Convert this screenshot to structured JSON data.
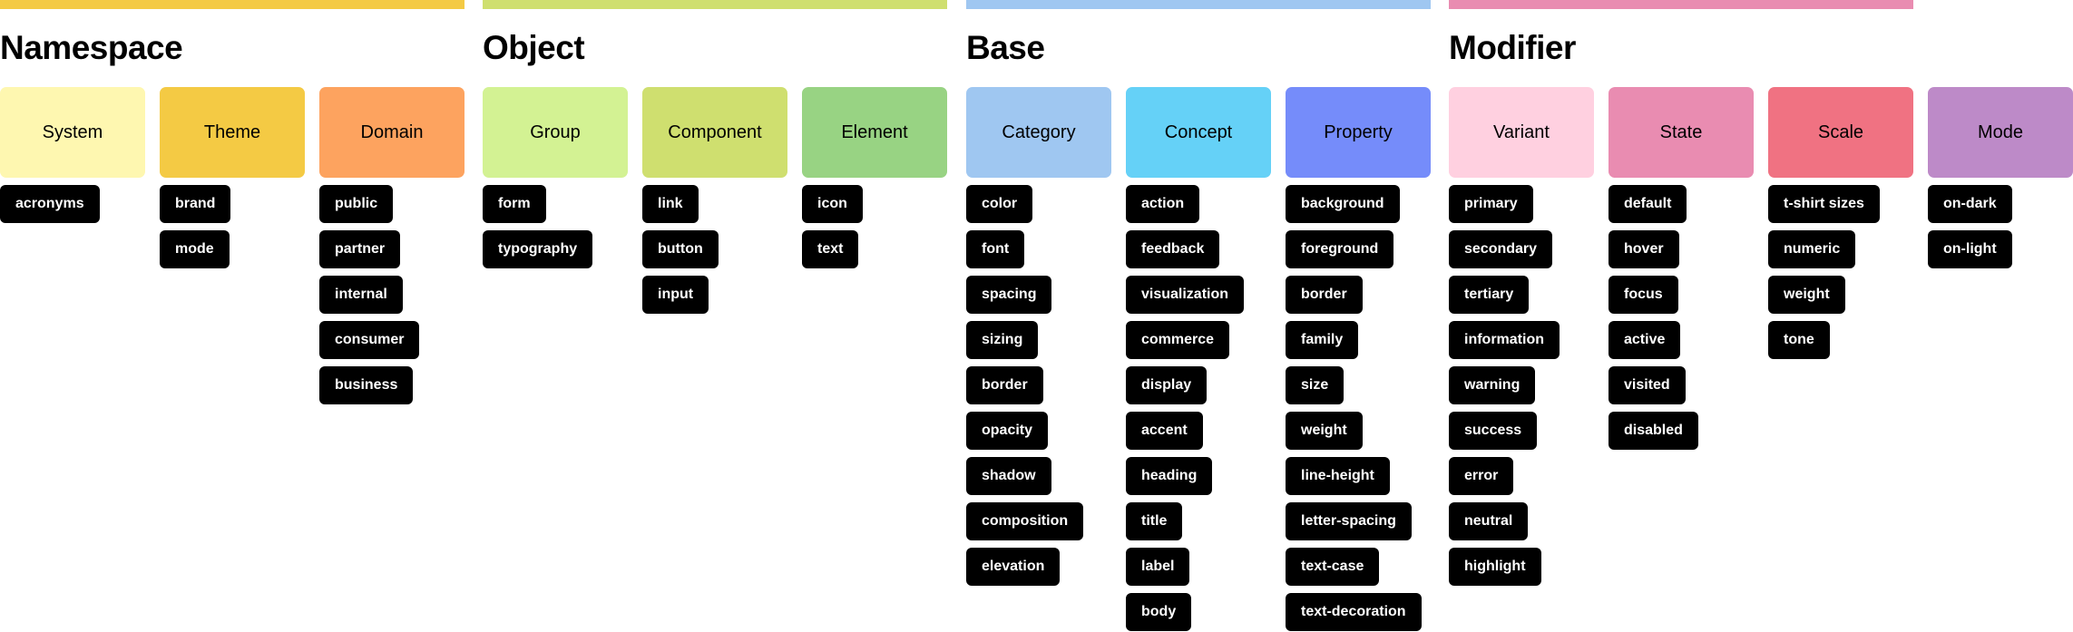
{
  "groups": [
    {
      "title": "Namespace",
      "color": "#f4ca44",
      "columns": [
        {
          "header": "System",
          "color": "#fef7b0",
          "tags": [
            "acronyms"
          ]
        },
        {
          "header": "Theme",
          "color": "#f4ca44",
          "tags": [
            "brand",
            "mode"
          ]
        },
        {
          "header": "Domain",
          "color": "#fda35f",
          "tags": [
            "public",
            "partner",
            "internal",
            "consumer",
            "business"
          ]
        }
      ]
    },
    {
      "title": "Object",
      "color": "#cfdf6f",
      "columns": [
        {
          "header": "Group",
          "color": "#d3f293",
          "tags": [
            "form",
            "typography"
          ]
        },
        {
          "header": "Component",
          "color": "#cfdf6f",
          "tags": [
            "link",
            "button",
            "input"
          ]
        },
        {
          "header": "Element",
          "color": "#98d383",
          "tags": [
            "icon",
            "text"
          ]
        }
      ]
    },
    {
      "title": "Base",
      "color": "#9fc7f1",
      "columns": [
        {
          "header": "Category",
          "color": "#9fc7f1",
          "tags": [
            "color",
            "font",
            "spacing",
            "sizing",
            "border",
            "opacity",
            "shadow",
            "composition",
            "elevation"
          ]
        },
        {
          "header": "Concept",
          "color": "#65d1f7",
          "tags": [
            "action",
            "feedback",
            "visualization",
            "commerce",
            "display",
            "accent",
            "heading",
            "title",
            "label",
            "body"
          ]
        },
        {
          "header": "Property",
          "color": "#758cfa",
          "tags": [
            "background",
            "foreground",
            "border",
            "family",
            "size",
            "weight",
            "line-height",
            "letter-spacing",
            "text-case",
            "text-decoration"
          ]
        }
      ]
    },
    {
      "title": "Modifier",
      "color": "#e98cb1",
      "columns": [
        {
          "header": "Variant",
          "color": "#ffd0e0",
          "tags": [
            "primary",
            "secondary",
            "tertiary",
            "information",
            "warning",
            "success",
            "error",
            "neutral",
            "highlight"
          ]
        },
        {
          "header": "State",
          "color": "#e98cb1",
          "tags": [
            "default",
            "hover",
            "focus",
            "active",
            "visited",
            "disabled"
          ]
        },
        {
          "header": "Scale",
          "color": "#f07282",
          "tags": [
            "t-shirt sizes",
            "numeric",
            "weight",
            "tone"
          ]
        },
        {
          "header": "Mode",
          "color": "#bd8ac8",
          "tags": [
            "on-dark",
            "on-light"
          ]
        }
      ]
    }
  ]
}
